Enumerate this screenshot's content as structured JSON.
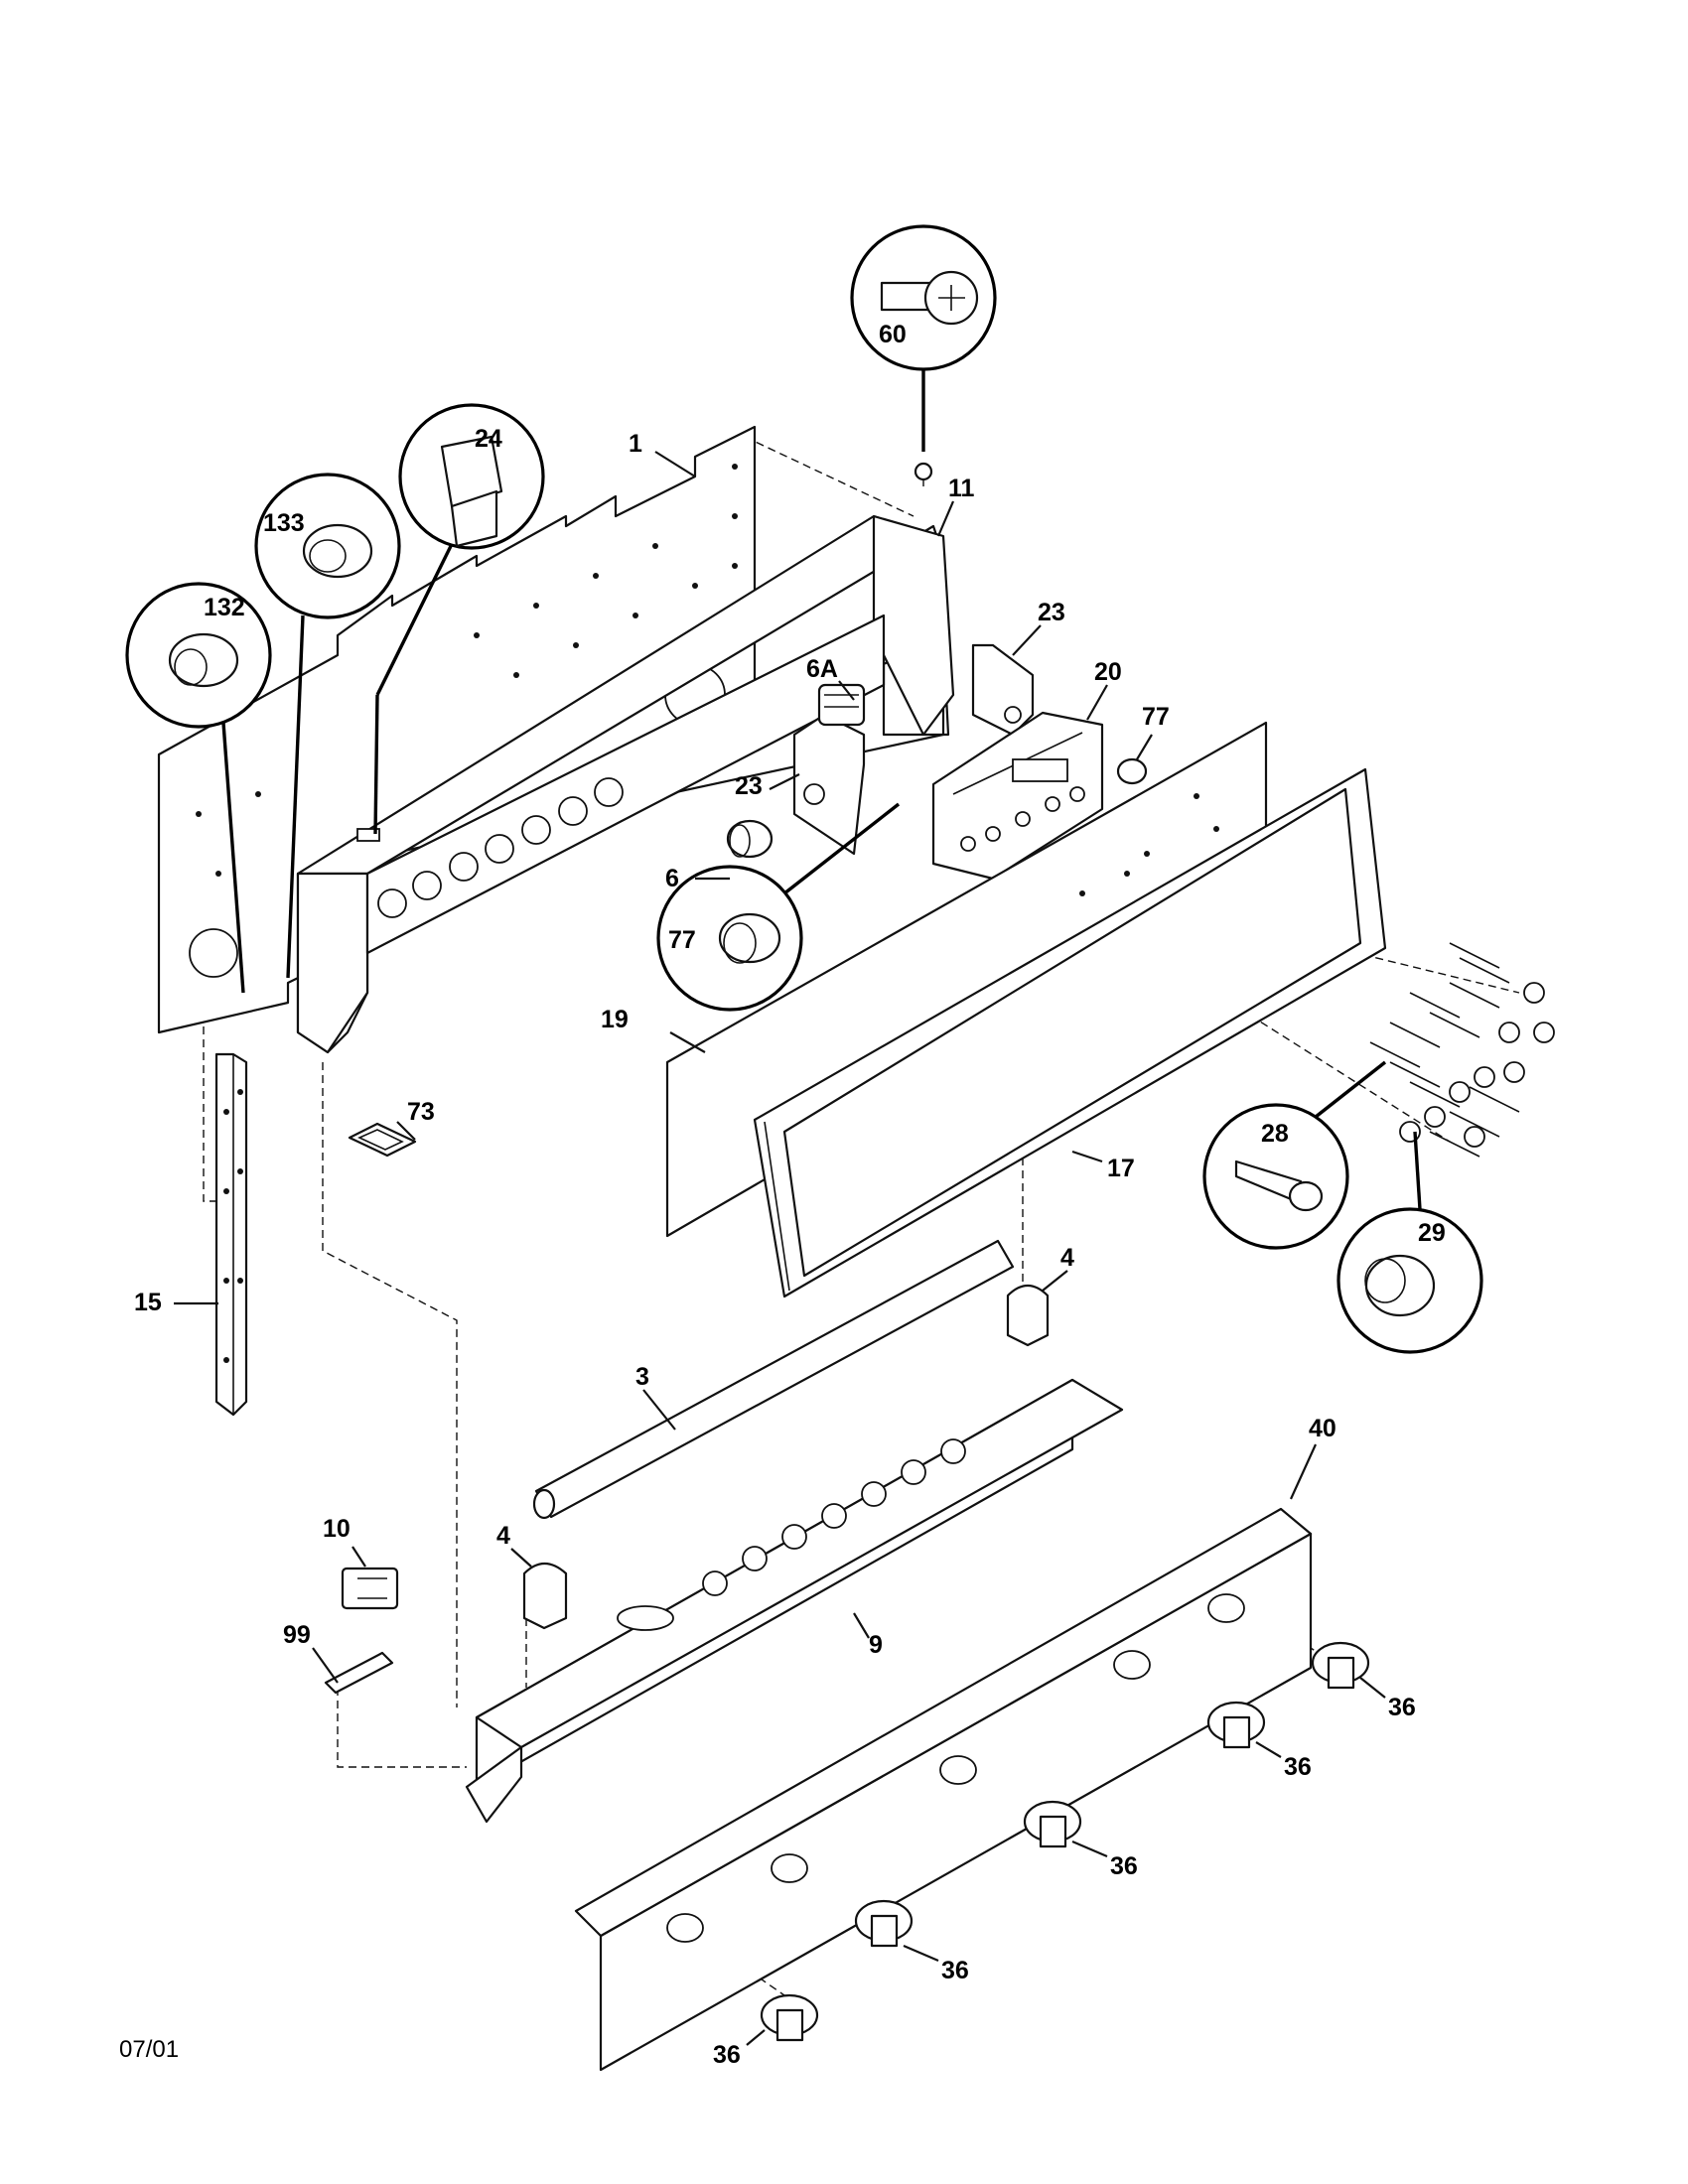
{
  "date_code": "07/01",
  "labels": {
    "p1": "1",
    "p3": "3",
    "p4a": "4",
    "p4b": "4",
    "p6": "6",
    "p6a": "6A",
    "p9": "9",
    "p10": "10",
    "p11": "11",
    "p15": "15",
    "p17": "17",
    "p19": "19",
    "p20": "20",
    "p23a": "23",
    "p23b": "23",
    "p24": "24",
    "p28": "28",
    "p29": "29",
    "p36a": "36",
    "p36b": "36",
    "p36c": "36",
    "p36d": "36",
    "p36e": "36",
    "p40": "40",
    "p60": "60",
    "p73": "73",
    "p77a": "77",
    "p77b": "77",
    "p99": "99",
    "p132": "132",
    "p133": "133"
  }
}
